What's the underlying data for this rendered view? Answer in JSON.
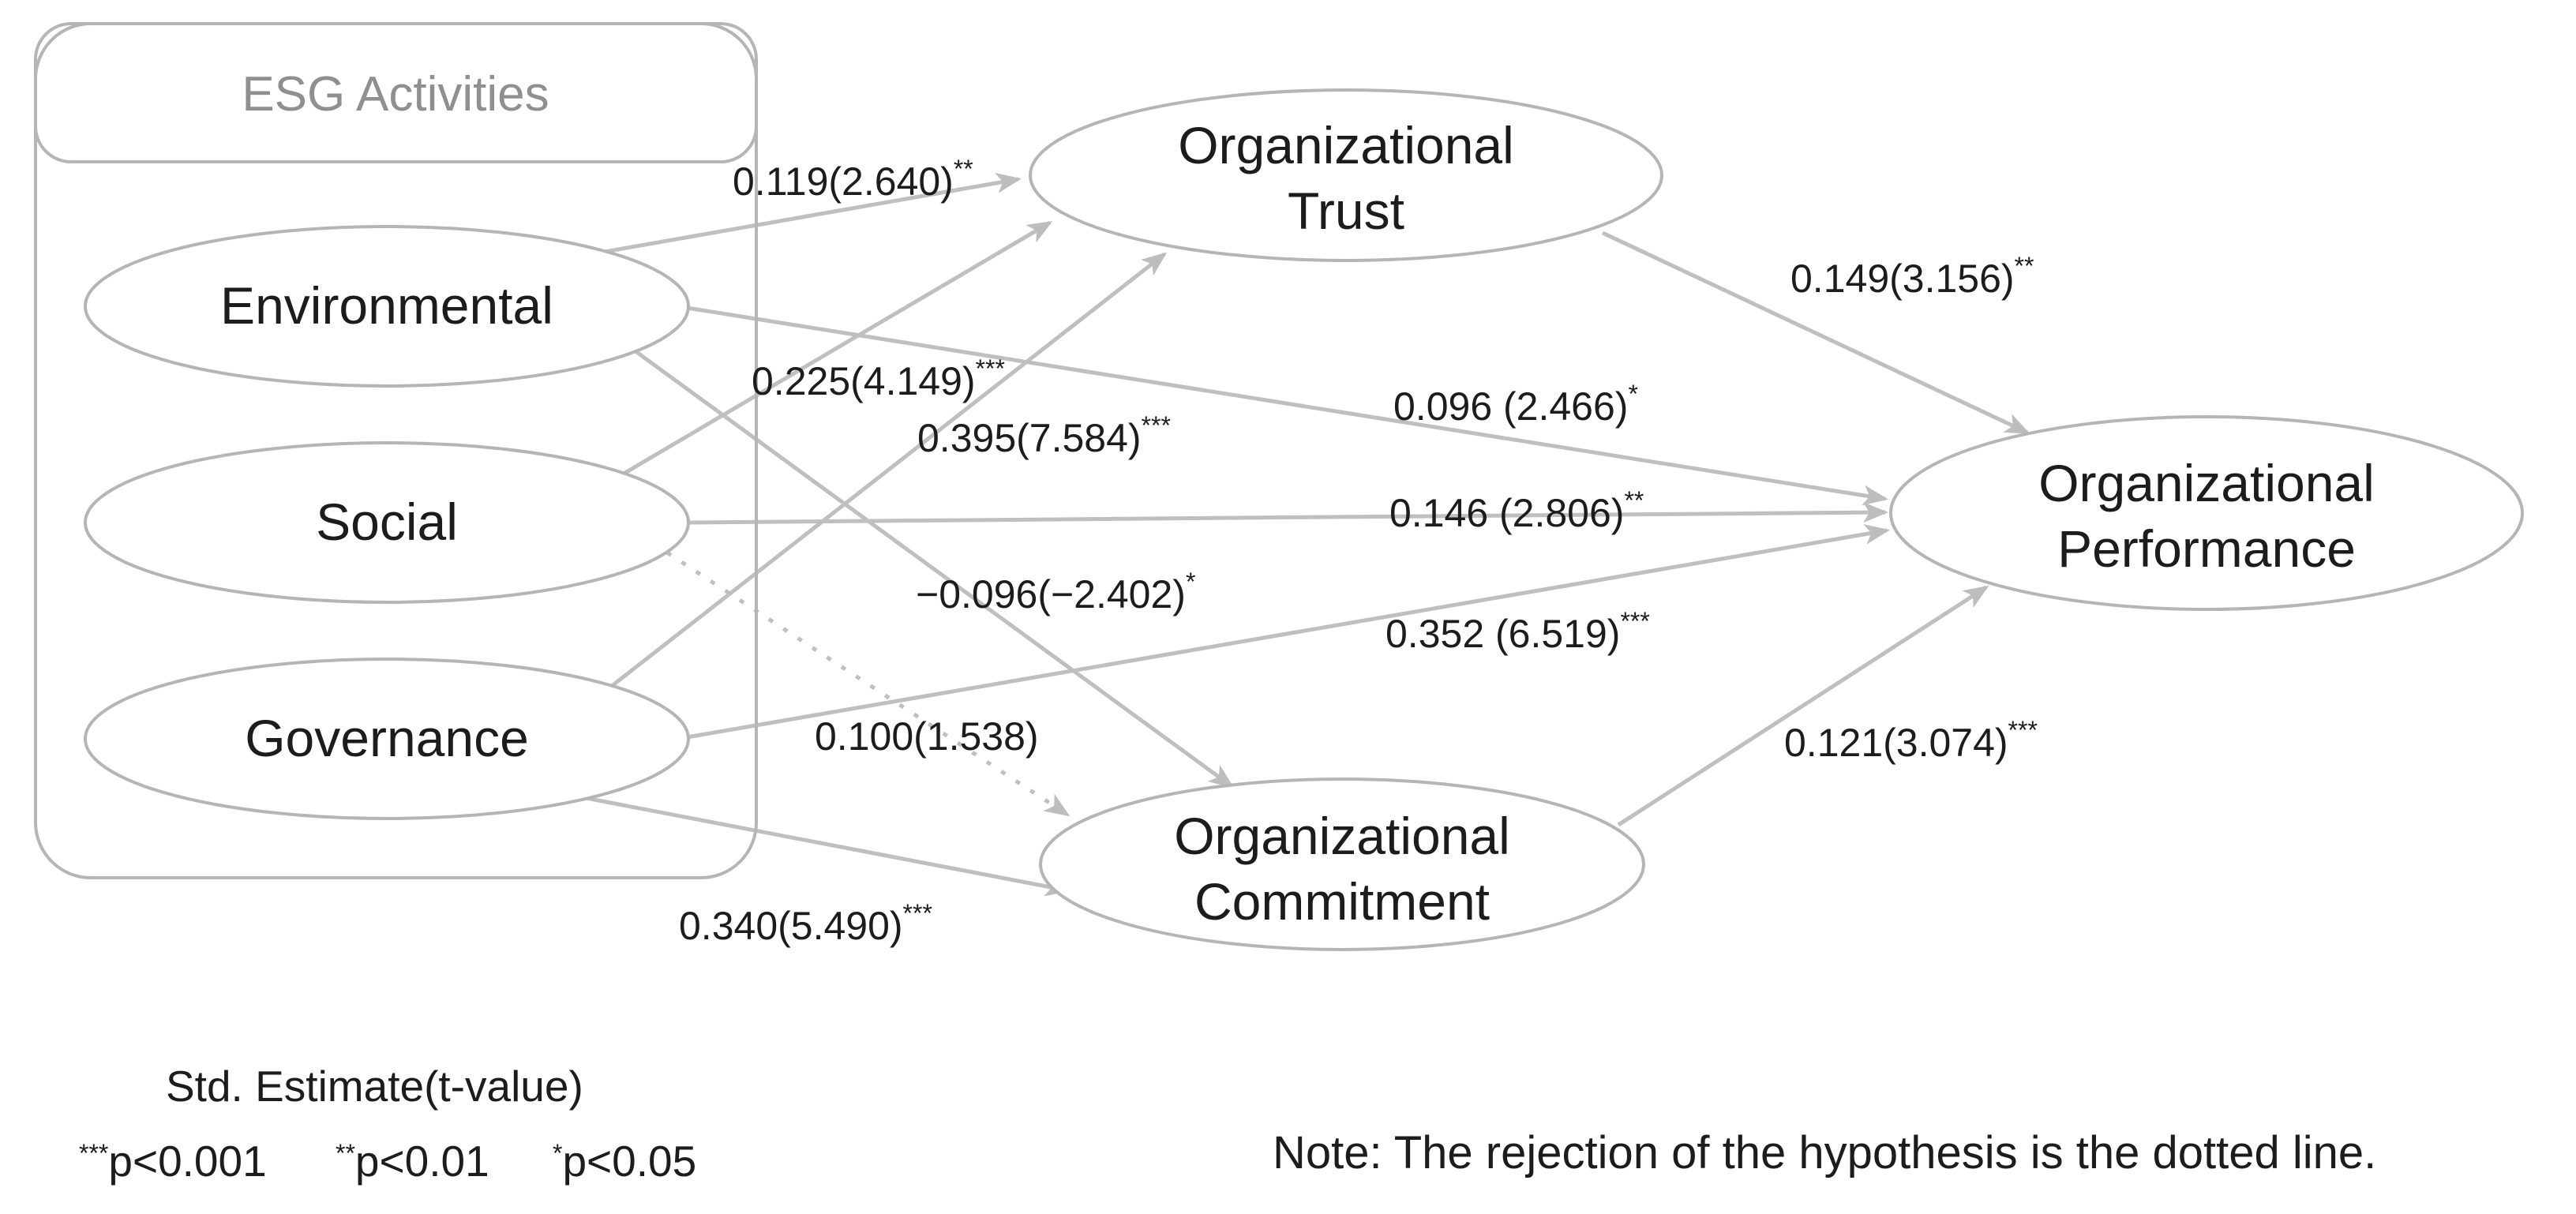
{
  "diagram": {
    "type": "sem-path-diagram",
    "group": {
      "label": "ESG Activities"
    },
    "nodes": {
      "environmental": {
        "label": "Environmental"
      },
      "social": {
        "label": "Social"
      },
      "governance": {
        "label": "Governance"
      },
      "trust": {
        "line1": "Organizational",
        "line2": "Trust"
      },
      "commitment": {
        "line1": "Organizational",
        "line2": "Commitment"
      },
      "performance": {
        "line1": "Organizational",
        "line2": "Performance"
      }
    },
    "paths": [
      {
        "from": "Environmental",
        "to": "Organizational Trust",
        "estimate": "0.119",
        "t_value": "2.640",
        "label": "0.119(2.640)",
        "sig": "**",
        "style": "solid"
      },
      {
        "from": "Social",
        "to": "Organizational Trust",
        "estimate": "0.225",
        "t_value": "4.149",
        "label": "0.225(4.149)",
        "sig": "***",
        "style": "solid"
      },
      {
        "from": "Governance",
        "to": "Organizational Trust",
        "estimate": "0.395",
        "t_value": "7.584",
        "label": "0.395(7.584)",
        "sig": "***",
        "style": "solid"
      },
      {
        "from": "Environmental",
        "to": "Organizational Performance",
        "estimate": "0.096",
        "t_value": "2.466",
        "label": "0.096 (2.466)",
        "sig": "*",
        "style": "solid"
      },
      {
        "from": "Social",
        "to": "Organizational Performance",
        "estimate": "0.146",
        "t_value": "2.806",
        "label": "0.146 (2.806)",
        "sig": "**",
        "style": "solid"
      },
      {
        "from": "Governance",
        "to": "Organizational Performance",
        "estimate": "0.352",
        "t_value": "6.519",
        "label": "0.352 (6.519)",
        "sig": "***",
        "style": "solid"
      },
      {
        "from": "Organizational Trust",
        "to": "Organizational Performance",
        "estimate": "0.149",
        "t_value": "3.156",
        "label": "0.149(3.156)",
        "sig": "**",
        "style": "solid"
      },
      {
        "from": "Organizational Commitment",
        "to": "Organizational Performance",
        "estimate": "0.121",
        "t_value": "3.074",
        "label": "0.121(3.074)",
        "sig": "***",
        "style": "solid"
      },
      {
        "from": "Environmental",
        "to": "Organizational Commitment",
        "estimate": "−0.096",
        "t_value": "−2.402",
        "label": "−0.096(−2.402)",
        "sig": "*",
        "style": "solid"
      },
      {
        "from": "Social",
        "to": "Organizational Commitment",
        "estimate": "0.100",
        "t_value": "1.538",
        "label": "0.100(1.538)",
        "sig": "",
        "style": "dotted"
      },
      {
        "from": "Governance",
        "to": "Organizational Commitment",
        "estimate": "0.340",
        "t_value": "5.490",
        "label": "0.340(5.490)",
        "sig": "***",
        "style": "solid"
      }
    ],
    "legend": {
      "estimate_note": "Std. Estimate(t-value)",
      "sig_levels": [
        {
          "stars": "***",
          "text": "p<0.001"
        },
        {
          "stars": "**",
          "text": "p<0.01"
        },
        {
          "stars": "*",
          "text": "p<0.05"
        }
      ]
    },
    "note": "Note: The rejection of the hypothesis is the dotted line."
  }
}
